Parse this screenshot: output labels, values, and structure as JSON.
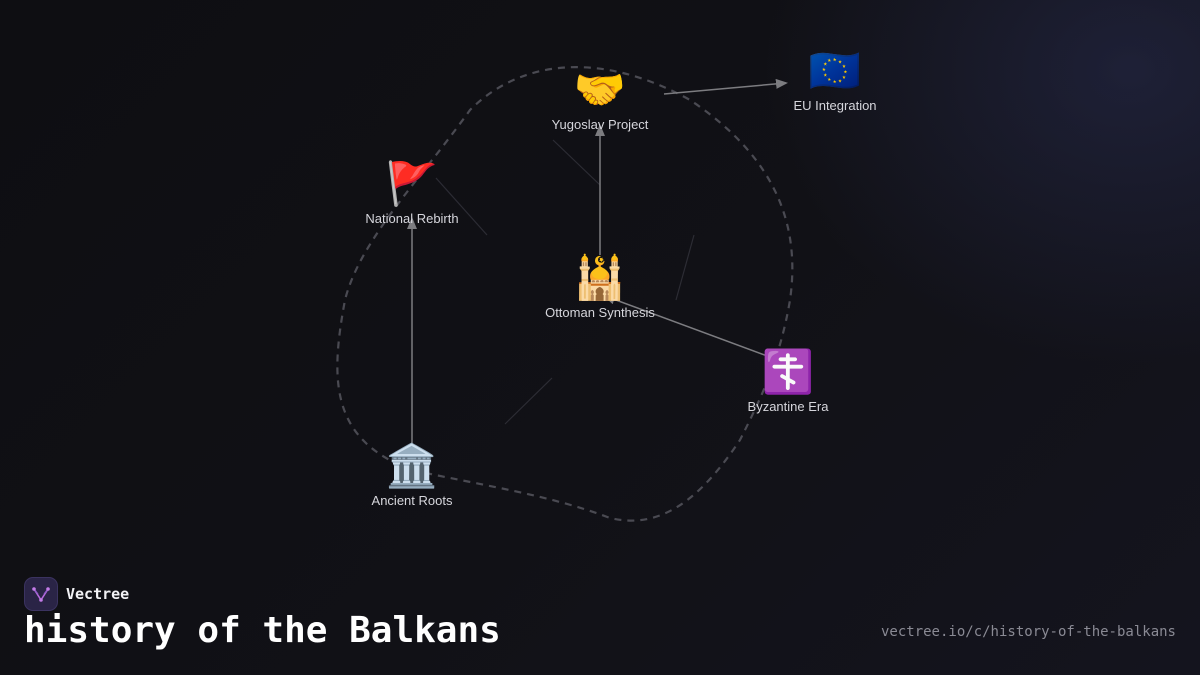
{
  "brand": {
    "name": "Vectree"
  },
  "title": "history of the Balkans",
  "url": "vectree.io/c/history-of-the-balkans",
  "nodes": [
    {
      "id": "yugoslav",
      "label": "Yugoslav Project",
      "icon": "handshake-icon",
      "emoji": "🤝"
    },
    {
      "id": "eu",
      "label": "EU Integration",
      "icon": "eu-flag-icon",
      "emoji": "🇪🇺"
    },
    {
      "id": "national",
      "label": "National Rebirth",
      "icon": "red-flag-icon",
      "emoji": "🚩"
    },
    {
      "id": "ottoman",
      "label": "Ottoman Synthesis",
      "icon": "mosque-icon",
      "emoji": "🕌"
    },
    {
      "id": "byzantine",
      "label": "Byzantine Era",
      "icon": "orthodox-cross-icon",
      "emoji": "☦️"
    },
    {
      "id": "ancient",
      "label": "Ancient Roots",
      "icon": "classical-building-icon",
      "emoji": "🏛️"
    }
  ],
  "edges": [
    {
      "from": "Ancient Roots",
      "to": "National Rebirth"
    },
    {
      "from": "Ottoman Synthesis",
      "to": "Yugoslav Project"
    },
    {
      "from": "Yugoslav Project",
      "to": "EU Integration"
    },
    {
      "from": "Byzantine Era",
      "to": "Ottoman Synthesis"
    }
  ],
  "colors": {
    "background": "#0f0f14",
    "edge": "#8a8a8a",
    "hull": "#4a4a52",
    "label": "#d6d6dc",
    "brand_logo": "#2a2446",
    "brand_accent": "#b86be0"
  }
}
